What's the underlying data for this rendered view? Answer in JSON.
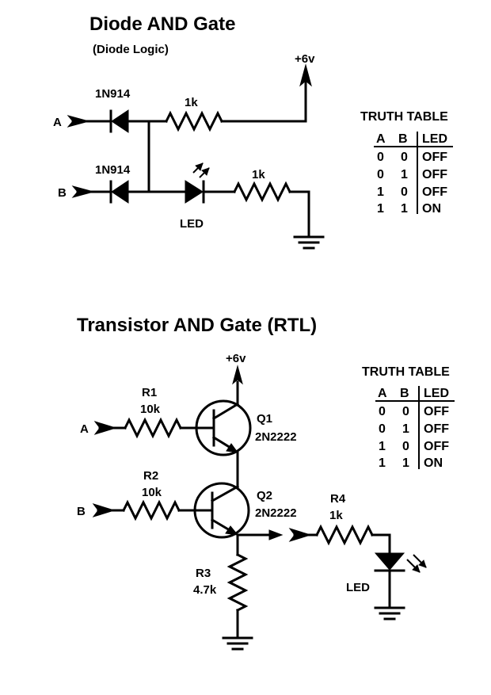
{
  "diode_section": {
    "title": "Diode AND Gate",
    "subtitle": "(Diode Logic)",
    "input_a": "A",
    "input_b": "B",
    "diode1_label": "1N914",
    "diode2_label": "1N914",
    "pullup_label": "1k",
    "led_resistor_label": "1k",
    "led_label": "LED",
    "supply_label": "+6v"
  },
  "diode_truth_table": {
    "title": "TRUTH TABLE",
    "headers": [
      "A",
      "B",
      "LED"
    ],
    "rows": [
      [
        "0",
        "0",
        "OFF"
      ],
      [
        "0",
        "1",
        "OFF"
      ],
      [
        "1",
        "0",
        "OFF"
      ],
      [
        "1",
        "1",
        "ON"
      ]
    ]
  },
  "transistor_section": {
    "title": "Transistor AND Gate (RTL)",
    "supply_label": "+6v",
    "input_a": "A",
    "input_b": "B",
    "r1_name": "R1",
    "r1_value": "10k",
    "r2_name": "R2",
    "r2_value": "10k",
    "q1_name": "Q1",
    "q1_part": "2N2222",
    "q2_name": "Q2",
    "q2_part": "2N2222",
    "r3_name": "R3",
    "r3_value": "4.7k",
    "r4_name": "R4",
    "r4_value": "1k",
    "led_label": "LED"
  },
  "transistor_truth_table": {
    "title": "TRUTH TABLE",
    "headers": [
      "A",
      "B",
      "LED"
    ],
    "rows": [
      [
        "0",
        "0",
        "OFF"
      ],
      [
        "0",
        "1",
        "OFF"
      ],
      [
        "1",
        "0",
        "OFF"
      ],
      [
        "1",
        "1",
        "ON"
      ]
    ]
  }
}
